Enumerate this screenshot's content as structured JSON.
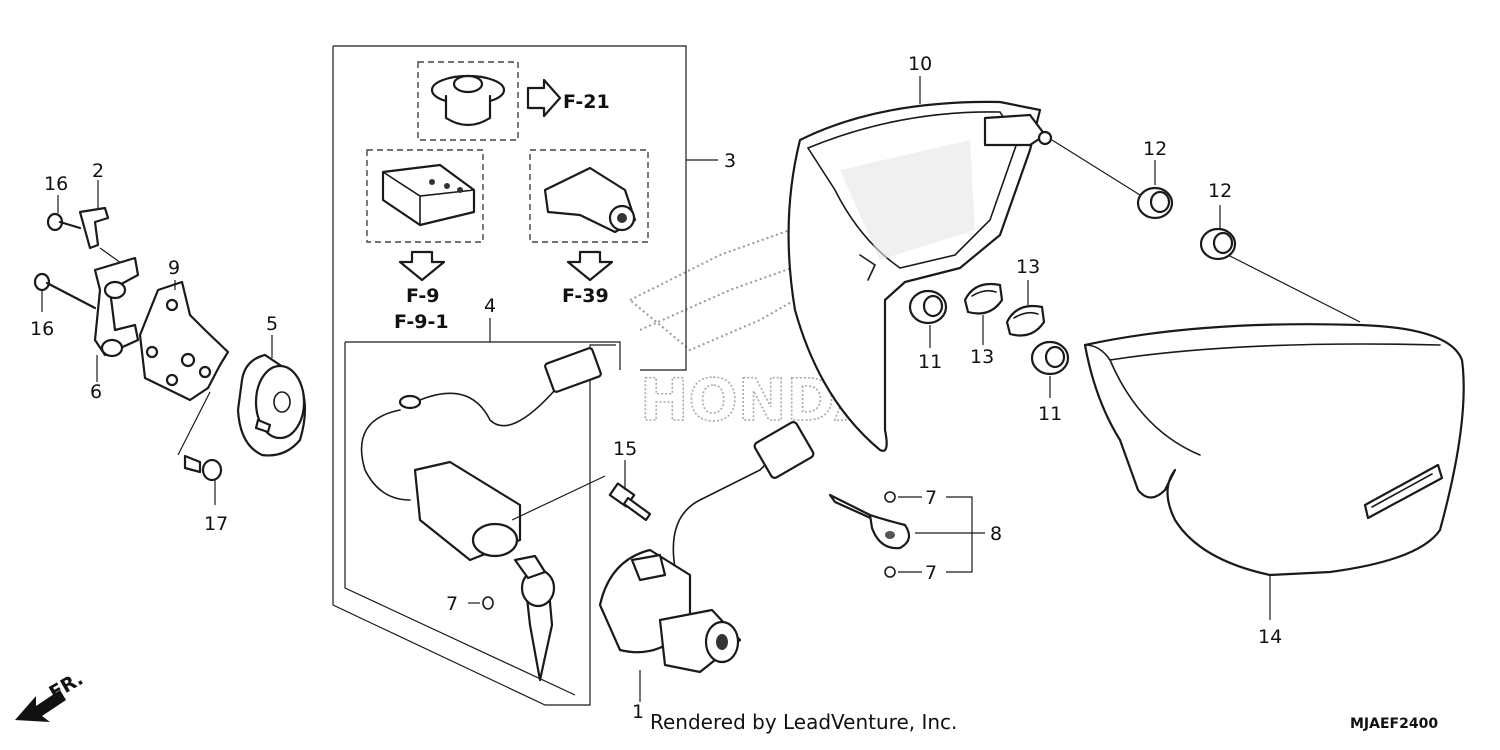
{
  "references": {
    "f21": "F-21",
    "f9": "F-9",
    "f91": "F-9-1",
    "f39": "F-39"
  },
  "callouts": {
    "c1": "1",
    "c2": "2",
    "c3": "3",
    "c4": "4",
    "c5": "5",
    "c6": "6",
    "c7a": "7",
    "c7b": "7",
    "c7c": "7",
    "c8": "8",
    "c9": "9",
    "c10": "10",
    "c11a": "11",
    "c11b": "11",
    "c12a": "12",
    "c12b": "12",
    "c13a": "13",
    "c13b": "13",
    "c14": "14",
    "c15": "15",
    "c16a": "16",
    "c16b": "16",
    "c17": "17"
  },
  "front_marker": "FR.",
  "watermark": "HONDA",
  "footer": {
    "credit": "Rendered by LeadVenture, Inc.",
    "code": "MJAEF2400"
  }
}
